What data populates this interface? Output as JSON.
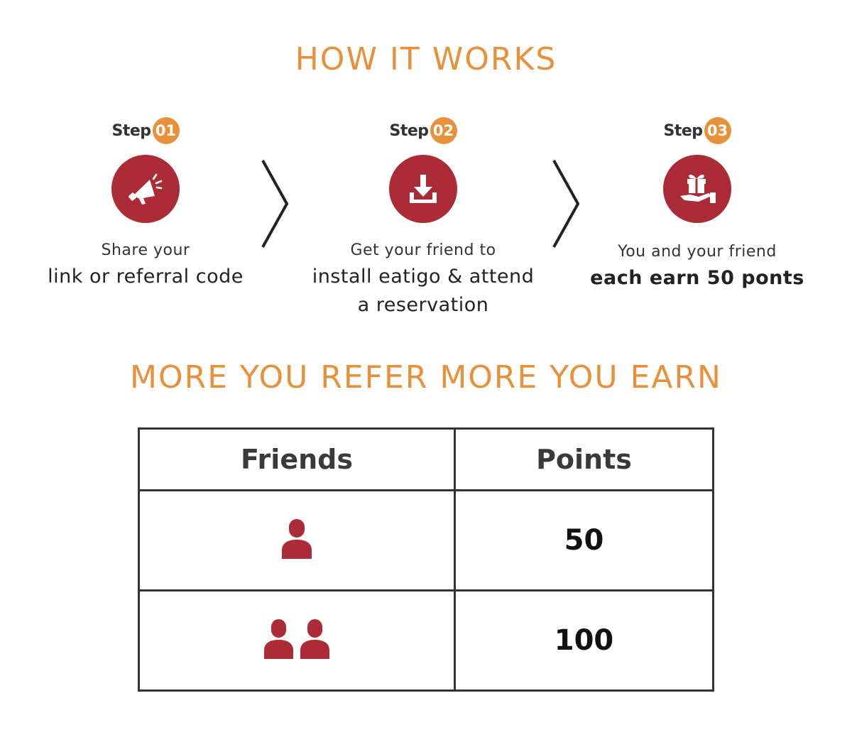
{
  "how_it_works": {
    "title": "HOW IT WORKS",
    "steps": [
      {
        "label": "Step",
        "number": "01",
        "icon": "megaphone-icon",
        "text_small": "Share your",
        "text_big_lines": [
          "link or referral code"
        ]
      },
      {
        "label": "Step",
        "number": "02",
        "icon": "download-icon",
        "text_small": "Get your friend to",
        "text_big_lines": [
          "install eatigo & attend",
          "a reservation"
        ]
      },
      {
        "label": "Step",
        "number": "03",
        "icon": "gift-hand-icon",
        "text_small": "You and your friend",
        "text_big_lines": [
          "each earn 50 ponts"
        ]
      }
    ]
  },
  "rewards": {
    "title": "MORE YOU REFER MORE YOU EARN",
    "headers": {
      "friends": "Friends",
      "points": "Points"
    },
    "rows": [
      {
        "friends_icon": "single-person-icon",
        "friends_count": 1,
        "points": "50"
      },
      {
        "friends_icon": "two-persons-icon",
        "friends_count": 2,
        "points": "100"
      }
    ]
  },
  "colors": {
    "accent_orange": "#e8913a",
    "brand_red": "#ab2b36",
    "text_dark": "#333333"
  }
}
